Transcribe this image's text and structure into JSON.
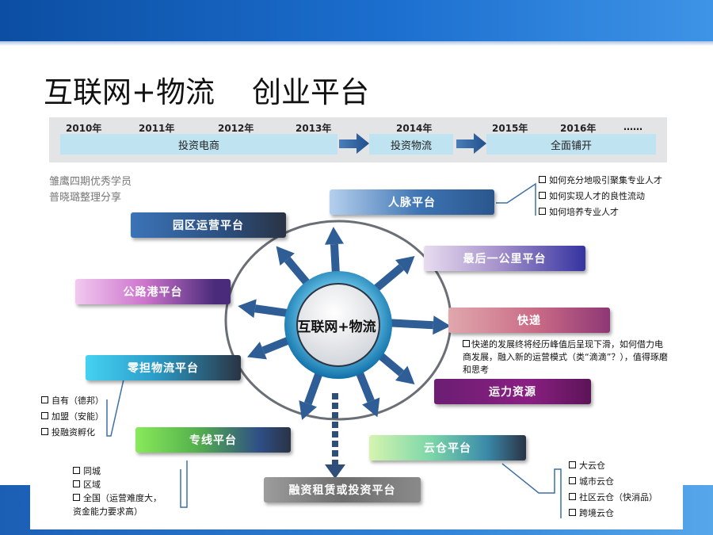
{
  "title": "互联网+物流    创业平台",
  "timeline": {
    "years": [
      "2010年",
      "2011年",
      "2012年",
      "2013年",
      "2014年",
      "2015年",
      "2016年",
      "……"
    ],
    "phases": [
      "投资电商",
      "投资物流",
      "全面铺开"
    ]
  },
  "credit": [
    "雏鹰四期优秀学员",
    "普晓璐整理分享"
  ],
  "center": "互联网+物流",
  "platforms": {
    "renmai": "人脉平台",
    "yuanqu": "园区运营平台",
    "zuihou": "最后一公里平台",
    "gonglu": "公路港平台",
    "kuaidi": "快递",
    "lingdan": "零担物流平台",
    "yunli": "运力资源",
    "zhuanxian": "专线平台",
    "yuncang": "云仓平台",
    "rongzi": "融资租赁或投资平台"
  },
  "notes": {
    "renmai": [
      "如何充分地吸引聚集专业人才",
      "如何实现人才的良性流动",
      "如何培养专业人才"
    ],
    "kuaidi": "快递的发展终将经历峰值后呈现下滑，如何借力电商发展，融入新的运营模式（类“滴滴”？），值得琢磨和思考",
    "lingdan": [
      "自有（德邦）",
      "加盟（安能）",
      "投融资孵化"
    ],
    "zhuanxian": [
      "同城",
      "区域",
      "全国（运营难度大，",
      "资金能力要求高）"
    ],
    "yuncang": [
      "大云仓",
      "城市云仓",
      "社区云仓（快消品）",
      "跨境云仓"
    ]
  }
}
